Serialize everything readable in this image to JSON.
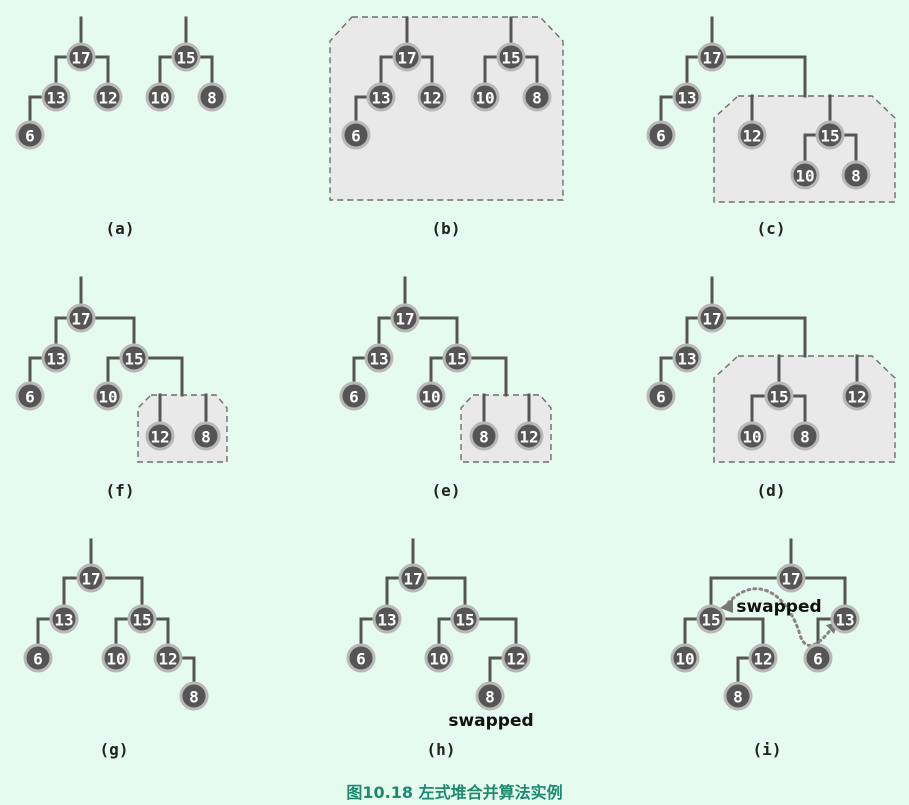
{
  "caption": "图10.18 左式堆合并算法实例",
  "panels": {
    "a": {
      "label": "(a)"
    },
    "b": {
      "label": "(b)"
    },
    "c": {
      "label": "(c)"
    },
    "d": {
      "label": "(d)"
    },
    "e": {
      "label": "(e)"
    },
    "f": {
      "label": "(f)"
    },
    "g": {
      "label": "(g)"
    },
    "h": {
      "label": "(h)",
      "note": "swapped"
    },
    "i": {
      "label": "(i)",
      "note": "swapped"
    }
  },
  "trees": {
    "a": [
      {
        "key": "17",
        "left": {
          "key": "13",
          "left": {
            "key": "6"
          }
        },
        "right": {
          "key": "12"
        }
      },
      {
        "key": "15",
        "left": {
          "key": "10"
        },
        "right": {
          "key": "8"
        }
      }
    ],
    "b": [
      {
        "key": "17",
        "left": {
          "key": "13",
          "left": {
            "key": "6"
          }
        },
        "right": {
          "key": "12"
        }
      },
      {
        "key": "15",
        "left": {
          "key": "10"
        },
        "right": {
          "key": "8"
        }
      }
    ],
    "c": {
      "key": "17",
      "left": {
        "key": "13",
        "left": {
          "key": "6"
        }
      },
      "right_merge": [
        {
          "key": "12"
        },
        {
          "key": "15",
          "left": {
            "key": "10"
          },
          "right": {
            "key": "8"
          }
        }
      ]
    },
    "d": {
      "key": "17",
      "left": {
        "key": "13",
        "left": {
          "key": "6"
        }
      },
      "right_merge": [
        {
          "key": "15",
          "left": {
            "key": "10"
          },
          "right": {
            "key": "8"
          }
        },
        {
          "key": "12"
        }
      ]
    },
    "e": {
      "key": "17",
      "left": {
        "key": "13",
        "left": {
          "key": "6"
        }
      },
      "right": {
        "key": "15",
        "left": {
          "key": "10"
        },
        "right_merge": [
          {
            "key": "8"
          },
          {
            "key": "12"
          }
        ]
      }
    },
    "f": {
      "key": "17",
      "left": {
        "key": "13",
        "left": {
          "key": "6"
        }
      },
      "right": {
        "key": "15",
        "left": {
          "key": "10"
        },
        "right_merge": [
          {
            "key": "12"
          },
          {
            "key": "8"
          }
        ]
      }
    },
    "g": {
      "key": "17",
      "left": {
        "key": "13",
        "left": {
          "key": "6"
        }
      },
      "right": {
        "key": "15",
        "left": {
          "key": "10"
        },
        "right": {
          "key": "12",
          "right": {
            "key": "8"
          }
        }
      }
    },
    "h": {
      "key": "17",
      "left": {
        "key": "13",
        "left": {
          "key": "6"
        }
      },
      "right": {
        "key": "15",
        "left": {
          "key": "10"
        },
        "right": {
          "key": "12",
          "left": {
            "key": "8"
          }
        }
      }
    },
    "i": {
      "key": "17",
      "left": {
        "key": "15",
        "left": {
          "key": "10"
        },
        "right": {
          "key": "12",
          "left": {
            "key": "8"
          }
        }
      },
      "right": {
        "key": "13",
        "left": {
          "key": "6"
        }
      }
    }
  },
  "colors": {
    "background": "#e6fbf0",
    "node_fill": "#555555",
    "node_ring": "#b8b8b8",
    "edge": "#555555",
    "merge_box_fill": "#e9e9e9",
    "caption": "#1d8a6e"
  }
}
